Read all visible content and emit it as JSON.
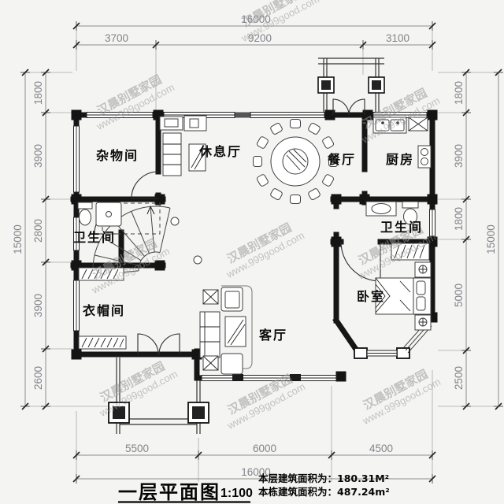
{
  "watermark": {
    "line1": "汉晨别墅家园",
    "line2": "www.999good.com"
  },
  "dims": {
    "top": {
      "total": "16000",
      "segments": [
        "3700",
        "9200",
        "3100"
      ]
    },
    "bottom": {
      "total": "16000",
      "segments": [
        "5500",
        "6000",
        "4500"
      ]
    },
    "left": {
      "total": "15000",
      "segments": [
        "1800",
        "3900",
        "2800",
        "3900",
        "2600"
      ]
    },
    "right": {
      "total": "15000",
      "segments": [
        "1800",
        "3900",
        "1800",
        "5000",
        "2500"
      ]
    }
  },
  "rooms": {
    "storage": "杂物间",
    "lounge": "休息厅",
    "dining": "餐厅",
    "kitchen": "厨房",
    "bath_left": "卫生间",
    "bath_right": "卫生间",
    "cloakroom": "衣帽间",
    "living": "客厅",
    "bedroom": "卧室"
  },
  "footer": {
    "title": "一层平面图",
    "scale": "1:100",
    "area_floor": "本层建筑面积为：180.31M²",
    "area_total": "本栋建筑面积为：487.24m²"
  },
  "colors": {
    "wall": "#161616",
    "dim_text": "#83848b",
    "watermark": "#999999"
  }
}
